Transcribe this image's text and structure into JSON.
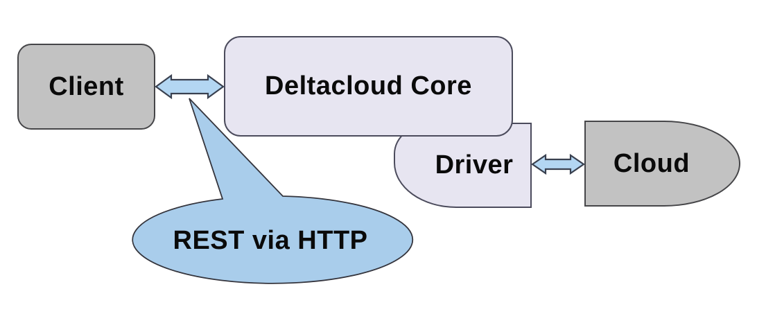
{
  "diagram": {
    "background": "#ffffff",
    "nodes": [
      {
        "id": "client",
        "label": "Client",
        "shape": "rounded-rectangle",
        "fill": "#c2c2c2",
        "border": "#454548"
      },
      {
        "id": "deltacloud-core",
        "label": "Deltacloud Core",
        "shape": "rounded-rectangle",
        "fill": "#e7e5f1",
        "border": "#4b4b5c"
      },
      {
        "id": "driver",
        "label": "Driver",
        "shape": "left-rounded-capsule",
        "fill": "#e7e5f1",
        "border": "#4b4b5c"
      },
      {
        "id": "cloud",
        "label": "Cloud",
        "shape": "right-rounded-capsule",
        "fill": "#c2c2c2",
        "border": "#454548"
      }
    ],
    "connectors": [
      {
        "id": "client-core-arrow",
        "from": "client",
        "to": "deltacloud-core",
        "type": "bidirectional-arrow",
        "fill": "#b3d6f2",
        "border": "#39404f"
      },
      {
        "id": "driver-cloud-arrow",
        "from": "driver",
        "to": "cloud",
        "type": "bidirectional-arrow",
        "fill": "#b3d6f2",
        "border": "#39404f"
      }
    ],
    "callout": {
      "label": "REST via HTTP",
      "shape": "ellipse-with-tail",
      "fill": "#a9cdeb",
      "border": "#34343c",
      "points_to": "client-core-arrow"
    }
  }
}
